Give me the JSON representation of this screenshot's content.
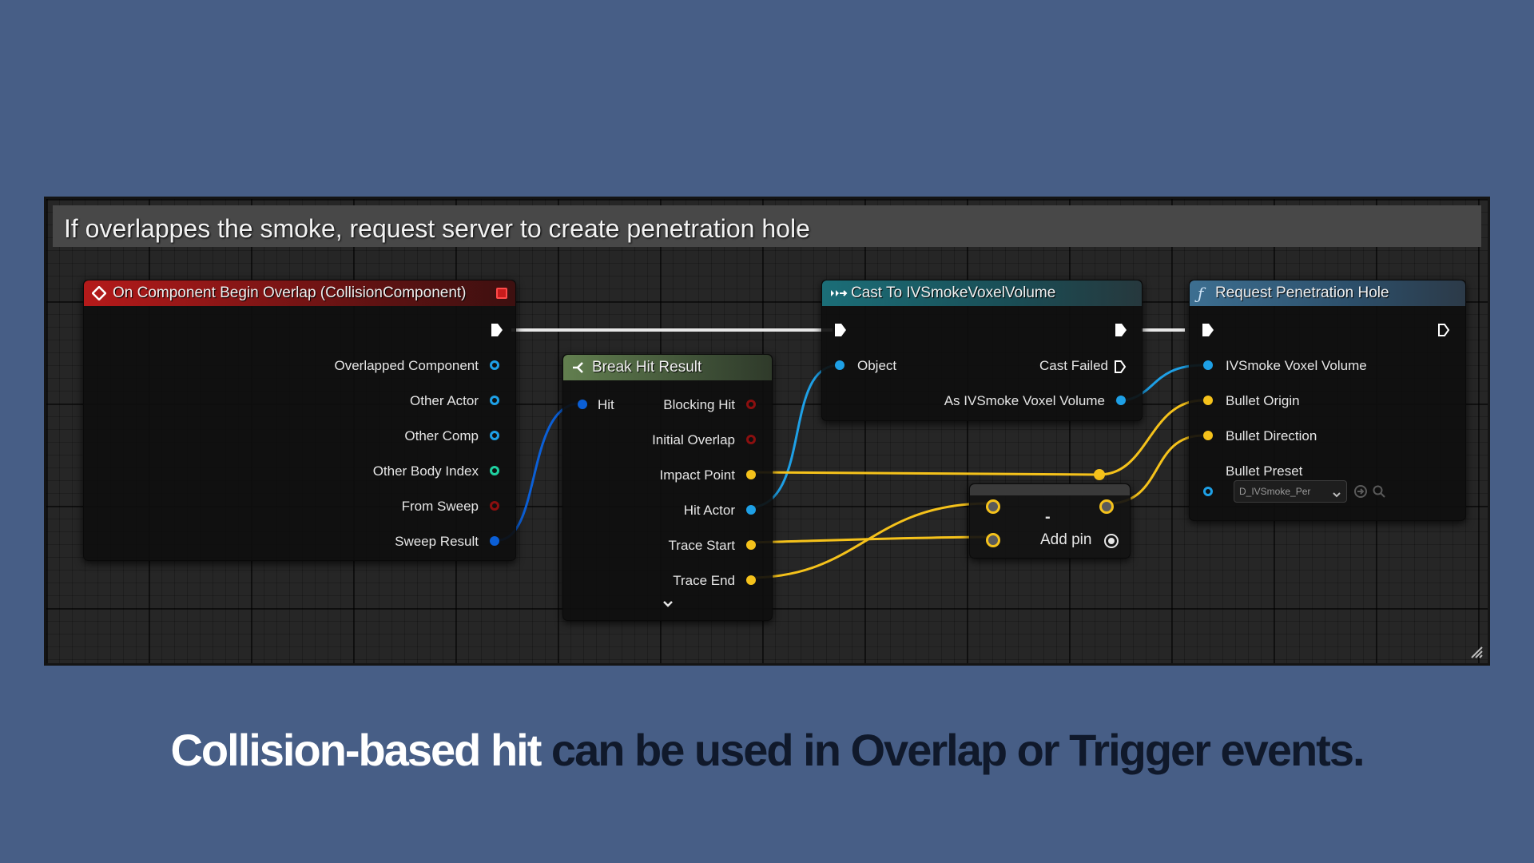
{
  "comment": {
    "title": "If overlappes the smoke, request server to create penetration hole"
  },
  "colors": {
    "background": "#475e86",
    "graph": "#262626",
    "object_pin": "#1ea0e6",
    "struct_pin": "#0b5fd6",
    "bool_pin": "#8b0f0f",
    "vector_pin": "#f5c21b",
    "int_pin": "#1fd0a0",
    "exec_pin": "#ffffff"
  },
  "nodes": {
    "overlap": {
      "title": "On Component Begin Overlap (CollisionComponent)",
      "icon": "event-diamond-icon",
      "outputs": [
        "Overlapped Component",
        "Other Actor",
        "Other Comp",
        "Other Body Index",
        "From Sweep",
        "Sweep Result"
      ]
    },
    "break_hit": {
      "title": "Break Hit Result",
      "icon": "break-struct-icon",
      "input": "Hit",
      "outputs": [
        "Blocking Hit",
        "Initial Overlap",
        "Impact Point",
        "Hit Actor",
        "Trace Start",
        "Trace End"
      ],
      "expand_icon": "chevron-down-icon"
    },
    "cast": {
      "title": "Cast To IVSmokeVoxelVolume",
      "icon": "cast-arrows-icon",
      "input": "Object",
      "cast_failed": "Cast Failed",
      "output": "As IVSmoke Voxel Volume"
    },
    "subtract": {
      "symbol": "-",
      "add_pin": "Add pin"
    },
    "request": {
      "title": "Request Penetration Hole",
      "icon": "function-icon",
      "inputs": [
        "IVSmoke Voxel Volume",
        "Bullet Origin",
        "Bullet Direction",
        "Bullet Preset"
      ],
      "preset_value": "D_IVSmoke_Per"
    }
  },
  "caption": {
    "highlight": "Collision-based hit",
    "rest": " can be used in Overlap or Trigger events."
  }
}
